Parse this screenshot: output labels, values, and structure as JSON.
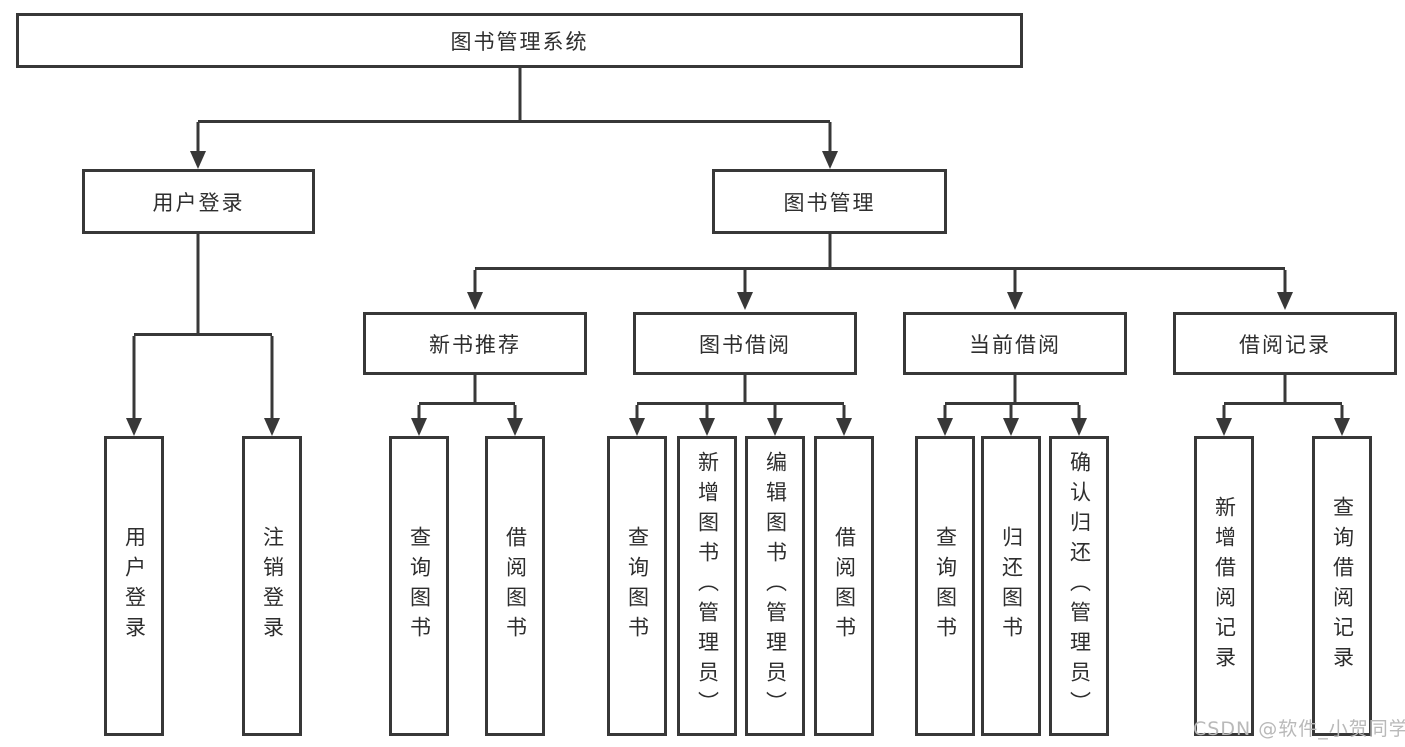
{
  "diagram": {
    "title": "图书管理系统",
    "branches": [
      {
        "label": "用户登录",
        "children": [
          {
            "label": "用户登录"
          },
          {
            "label": "注销登录"
          }
        ]
      },
      {
        "label": "图书管理",
        "children": [
          {
            "label": "新书推荐",
            "children": [
              {
                "label": "查询图书"
              },
              {
                "label": "借阅图书"
              }
            ]
          },
          {
            "label": "图书借阅",
            "children": [
              {
                "label": "查询图书"
              },
              {
                "label": "新增图书（管理员）"
              },
              {
                "label": "编辑图书（管理员）"
              },
              {
                "label": "借阅图书"
              }
            ]
          },
          {
            "label": "当前借阅",
            "children": [
              {
                "label": "查询图书"
              },
              {
                "label": "归还图书"
              },
              {
                "label": "确认归还（管理员）"
              }
            ]
          },
          {
            "label": "借阅记录",
            "children": [
              {
                "label": "新增借阅记录"
              },
              {
                "label": "查询借阅记录"
              }
            ]
          }
        ]
      }
    ]
  },
  "watermark": {
    "text": "CSDN @软件_小贺同学"
  },
  "colors": {
    "line": "#383838",
    "text": "#2e2e2e",
    "watermark": "#b9b9b9",
    "background": "#ffffff"
  }
}
